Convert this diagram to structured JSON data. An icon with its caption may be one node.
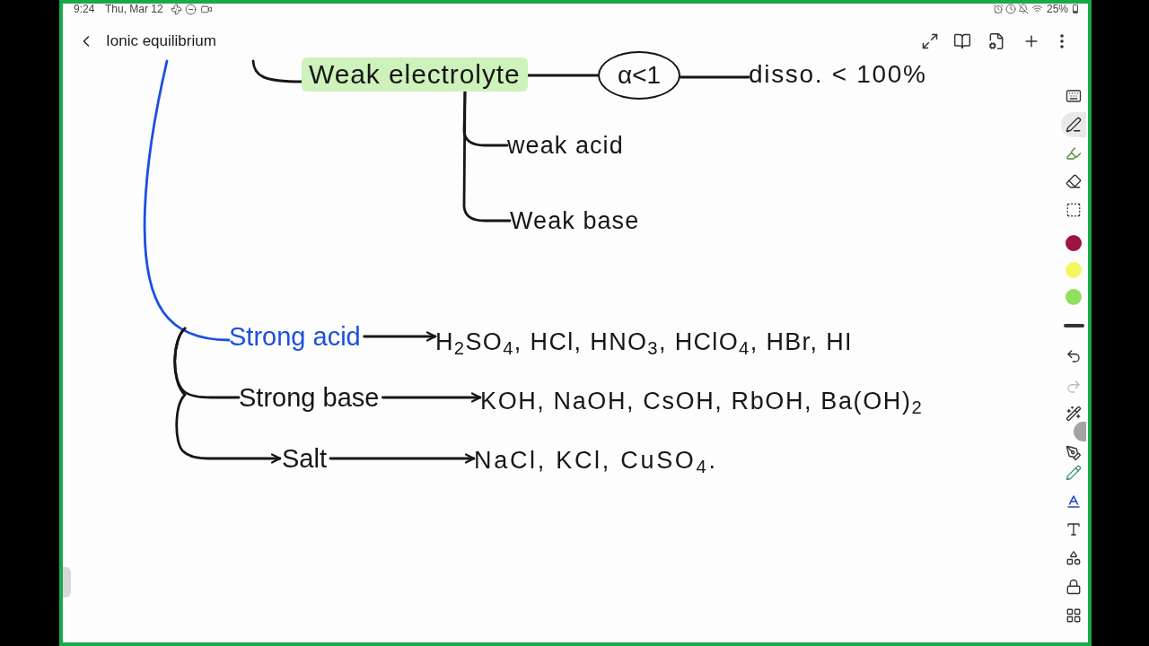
{
  "diagram": {
    "title": "Ionic equilibrium",
    "nodes": [
      {
        "text": [
          "Weak electrolyte"
        ]
      },
      {
        "text": [
          "α<1"
        ]
      },
      {
        "text": [
          "disso. < 100%"
        ]
      },
      {
        "text": [
          "weak acid"
        ]
      },
      {
        "text": [
          "Weak base"
        ]
      },
      {
        "text": [
          "Strong acid"
        ]
      },
      {
        "text": [
          "H$_{2}$SO$_{4}$, HCl, HNO$_{3}$, HClO$_{4}$, HBr, HI"
        ]
      },
      {
        "text": [
          "Strong base"
        ]
      },
      {
        "text": [
          "KOH, NaOH, CsOH, RbOH, Ba(OH)$_{2}$"
        ]
      },
      {
        "text": [
          "Salt"
        ]
      },
      {
        "text": [
          "NaCl, KCl, CuSO$_{4}$."
        ]
      }
    ],
    "edges": [
      {
        "from": null,
        "to": 0,
        "arrow": "none"
      },
      {
        "from": 0,
        "to": 1,
        "arrow": "none"
      },
      {
        "from": 1,
        "to": 2,
        "arrow": "none"
      },
      {
        "from": 0,
        "to": 3,
        "arrow": "none"
      },
      {
        "from": 0,
        "to": 4,
        "arrow": "none"
      },
      {
        "from": null,
        "to": 5,
        "arrow": "none",
        "color": "#1a4fe0"
      },
      {
        "from": 5,
        "to": 6,
        "arrow": "to"
      },
      {
        "from": null,
        "to": 7,
        "arrow": "none"
      },
      {
        "from": 7,
        "to": 8,
        "arrow": "to"
      },
      {
        "from": null,
        "to": 9,
        "arrow": "to"
      },
      {
        "from": 9,
        "to": 10,
        "arrow": "to"
      }
    ],
    "labels": [
      "9:24",
      "Thu, Mar 12",
      "25%"
    ]
  }
}
